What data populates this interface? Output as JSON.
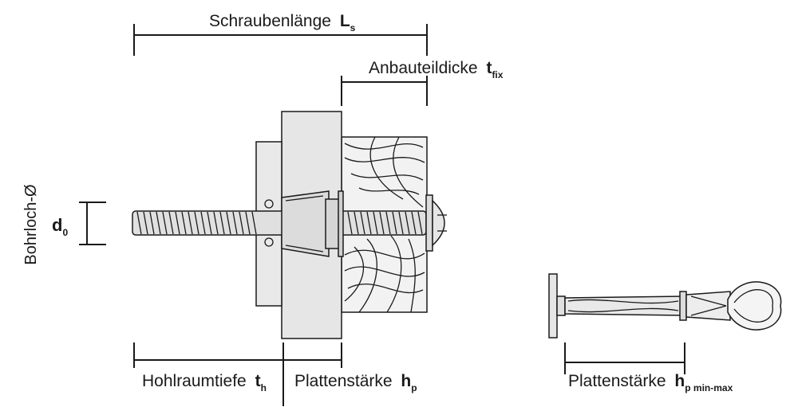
{
  "diagram": {
    "screw_length": {
      "label": "Schraubenlänge",
      "symbol": "L",
      "subscript": "s"
    },
    "fixture_thickness": {
      "label": "Anbauteildicke",
      "symbol": "t",
      "subscript": "fix"
    },
    "bore_diameter": {
      "label": "Bohrloch-Ø",
      "symbol": "d",
      "subscript": "0"
    },
    "cavity_depth": {
      "label": "Hohlraumtiefe",
      "symbol": "t",
      "subscript": "h"
    },
    "panel_thickness": {
      "label": "Plattenstärke",
      "symbol": "h",
      "subscript": "p"
    },
    "panel_thickness_range": {
      "label": "Plattenstärke",
      "symbol": "h",
      "subscript": "p min-max"
    }
  },
  "colors": {
    "line": "#1a1a1a",
    "panel": "#e6e6e6",
    "wood": "#f2f2f2",
    "background": "#ffffff"
  }
}
